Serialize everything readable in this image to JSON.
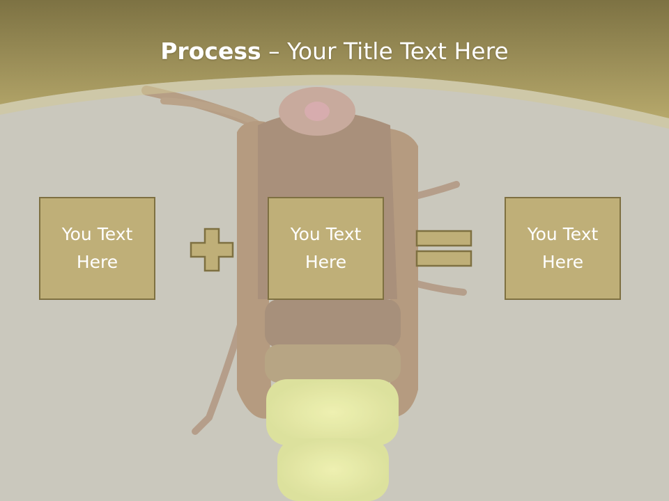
{
  "title": {
    "bold": "Process",
    "separator": " – ",
    "rest": "Your Title Text Here"
  },
  "boxes": [
    {
      "text": "You Text Here"
    },
    {
      "text": "You Text Here"
    },
    {
      "text": "You Text Here"
    }
  ],
  "operators": [
    "plus-icon",
    "equals-icon"
  ],
  "colors": {
    "header": "#8a7d45",
    "box_fill": "#bfaf78",
    "box_border": "#7e7041",
    "background": "#c9c7bb"
  }
}
